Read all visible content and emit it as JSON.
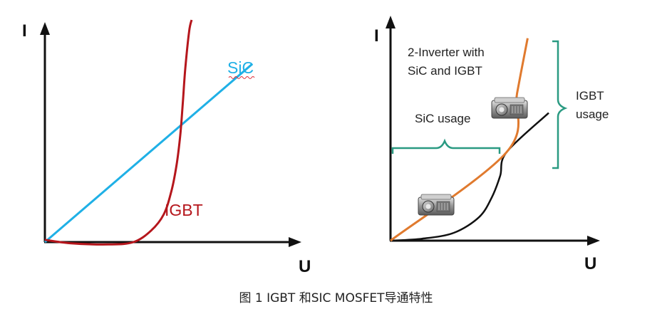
{
  "caption": "图 1 IGBT 和SIC MOSFET导通特性",
  "colors": {
    "axis": "#111111",
    "sic": "#1fb0e6",
    "igbt_left": "#b5161c",
    "combined": "#e07a2e",
    "igbt_right": "#111111",
    "bracket": "#2a9a82"
  },
  "chart_data": [
    {
      "type": "line",
      "title": "",
      "xlabel": "U",
      "ylabel": "I",
      "xlim": [
        0,
        100
      ],
      "ylim": [
        0,
        100
      ],
      "grid": false,
      "series": [
        {
          "name": "SiC",
          "color": "#1fb0e6",
          "points": [
            [
              0,
              0
            ],
            [
              82,
              77
            ]
          ]
        },
        {
          "name": "IGBT",
          "color": "#b5161c",
          "points": [
            [
              0,
              1
            ],
            [
              10,
              -0.5
            ],
            [
              25,
              -1
            ],
            [
              35,
              0
            ],
            [
              42,
              5
            ],
            [
              47,
              12
            ],
            [
              50,
              22
            ],
            [
              52,
              33
            ],
            [
              53.5,
              46
            ],
            [
              54.5,
              60
            ],
            [
              55.5,
              75
            ],
            [
              57,
              91
            ],
            [
              58,
              96
            ]
          ]
        }
      ]
    },
    {
      "type": "line",
      "title": "",
      "xlabel": "U",
      "ylabel": "I",
      "xlim": [
        0,
        100
      ],
      "ylim": [
        0,
        100
      ],
      "grid": false,
      "series": [
        {
          "name": "",
          "color": "#e07a2e",
          "points": [
            [
              0,
              0
            ],
            [
              55,
              45
            ],
            [
              60,
              75
            ],
            [
              65,
              103
            ]
          ]
        },
        {
          "name": "",
          "color": "#111111",
          "points": [
            [
              0,
              0
            ],
            [
              15,
              1
            ],
            [
              30,
              4
            ],
            [
              42,
              12
            ],
            [
              48,
              22
            ],
            [
              52,
              33
            ],
            [
              55,
              45
            ],
            [
              75,
              65
            ]
          ]
        }
      ],
      "annotations": [
        {
          "text": "2-Inverter with SiC and IGBT",
          "lines": [
            "2-Inverter with",
            "SiC and IGBT"
          ]
        },
        {
          "text": "SiC usage"
        },
        {
          "text": "IGBT usage",
          "lines": [
            "IGBT",
            "usage"
          ]
        }
      ]
    }
  ]
}
